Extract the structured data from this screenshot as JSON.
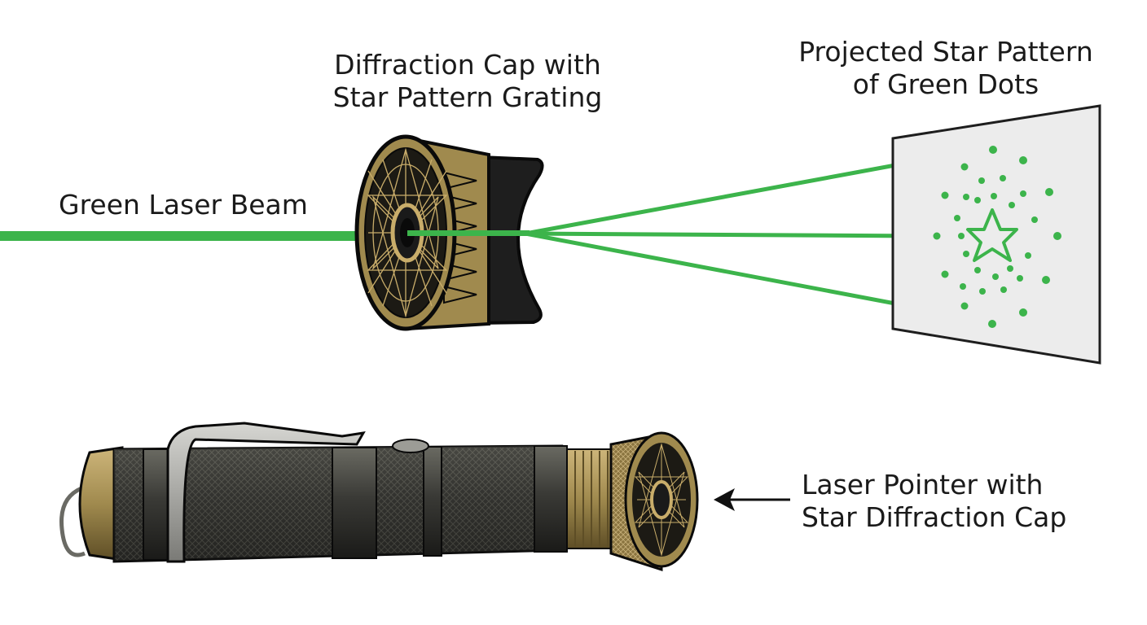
{
  "labels": {
    "beam": "Green Laser Beam",
    "cap": [
      "Diffraction Cap with",
      "Star Pattern Grating"
    ],
    "pattern": [
      "Projected Star Pattern",
      "of Green Dots"
    ],
    "pointer": [
      "Laser Pointer with",
      "Star Diffraction Cap"
    ]
  },
  "colors": {
    "laser_green": "#3cb44b",
    "brass": "#a08a4e",
    "dark_metal": "#1e1e1e",
    "screen": "#ececec",
    "text": "#1a1a1a"
  },
  "icons": [
    "arrow-left-icon",
    "star-icon"
  ]
}
